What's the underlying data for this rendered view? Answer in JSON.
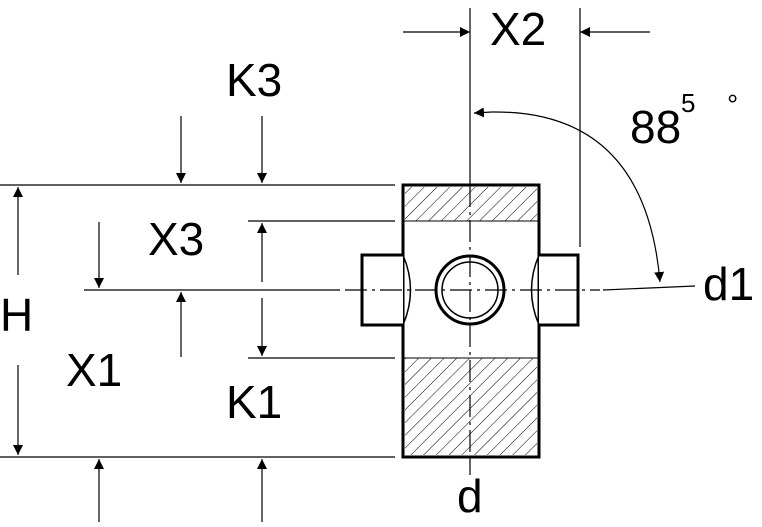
{
  "labels": {
    "x2": "X2",
    "k3": "K3",
    "angle": "88",
    "angle_sup": "5",
    "angle_unit": "°",
    "x3": "X3",
    "d1": "d1",
    "h": "H",
    "x1": "X1",
    "k1": "K1",
    "d": "d"
  },
  "colors": {
    "line": "#000000",
    "background": "#ffffff"
  }
}
